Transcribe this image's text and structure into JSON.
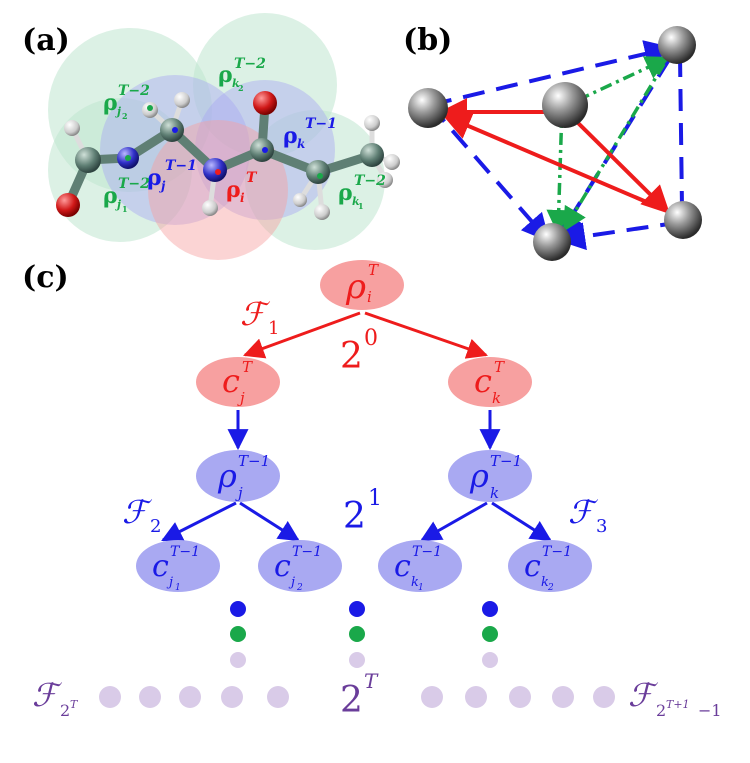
{
  "colors": {
    "red": "#ee1c1c",
    "red_fill": "#f7a0a0",
    "blue": "#1a1ae6",
    "blue_fill": "#a9a9f2",
    "green": "#1aa84a",
    "green_fill": "#bfe6cf",
    "purple": "#6a3d9a",
    "purple_fill": "#d9cbe8",
    "dark": "#000000"
  },
  "labels": {
    "a": "(a)",
    "b": "(b)",
    "c": "(c)"
  },
  "panel_a": {
    "regions": {
      "j2": {
        "main": "ρ",
        "sub": "j",
        "subsub": "2",
        "sup": "T−2"
      },
      "k2": {
        "main": "ρ",
        "sub": "k",
        "subsub": "2",
        "sup": "T−2"
      },
      "j": {
        "main": "ρ",
        "sub": "j",
        "sup": "T−1"
      },
      "k": {
        "main": "ρ",
        "sub": "k",
        "sup": "T−1"
      },
      "i": {
        "main": "ρ",
        "sub": "i",
        "sup": "T"
      },
      "j1": {
        "main": "ρ",
        "sub": "j",
        "subsub": "1",
        "sup": "T−2"
      },
      "k1": {
        "main": "ρ",
        "sub": "k",
        "subsub": "1",
        "sup": "T−2"
      }
    }
  },
  "tree": {
    "root": {
      "main": "ρ",
      "sub": "i",
      "sup": "T"
    },
    "level1": [
      {
        "main": "c",
        "sub": "j",
        "sup": "T"
      },
      {
        "main": "c",
        "sub": "k",
        "sup": "T"
      }
    ],
    "level2": [
      {
        "main": "ρ",
        "sub": "j",
        "sup": "T−1"
      },
      {
        "main": "ρ",
        "sub": "k",
        "sup": "T−1"
      }
    ],
    "level3": [
      {
        "main": "c",
        "sub": "j",
        "subsub": "1",
        "sup": "T−1"
      },
      {
        "main": "c",
        "sub": "j",
        "subsub": "2",
        "sup": "T−1"
      },
      {
        "main": "c",
        "sub": "k",
        "subsub": "1",
        "sup": "T−1"
      },
      {
        "main": "c",
        "sub": "k",
        "subsub": "2",
        "sup": "T−1"
      }
    ],
    "F1": {
      "main": "ℱ",
      "sub": "1"
    },
    "F2": {
      "main": "ℱ",
      "sub": "2"
    },
    "F3": {
      "main": "ℱ",
      "sub": "3"
    },
    "F_left": {
      "main": "ℱ",
      "sub": "2",
      "subsup": "T"
    },
    "F_right": {
      "main": "ℱ",
      "sub": "2",
      "subsup": "T+1",
      "tail": "−1"
    },
    "pow0": {
      "base": "2",
      "exp": "0"
    },
    "pow1": {
      "base": "2",
      "exp": "1"
    },
    "powT": {
      "base": "2",
      "exp": "T"
    }
  }
}
